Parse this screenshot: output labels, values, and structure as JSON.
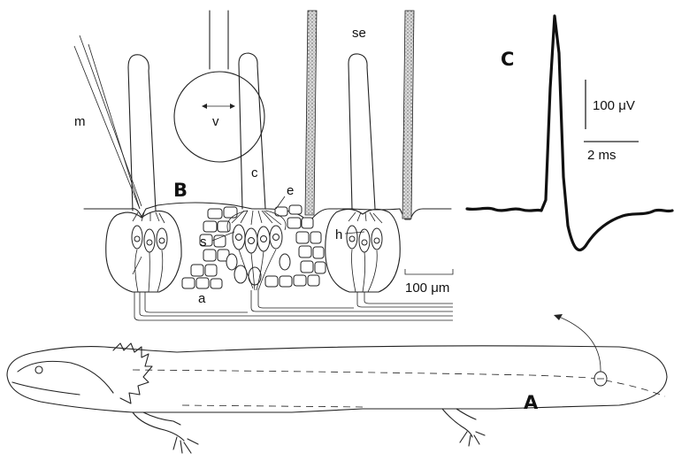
{
  "panels": {
    "a": "A",
    "b": "B",
    "c": "C"
  },
  "labels": {
    "m": "m",
    "v": "v",
    "se": "se",
    "c": "c",
    "e": "e",
    "s": "s",
    "h": "h",
    "a": "a"
  },
  "scale_bars": {
    "neuromast": "100 μm",
    "voltage": "100 μV",
    "time": "2 ms"
  }
}
